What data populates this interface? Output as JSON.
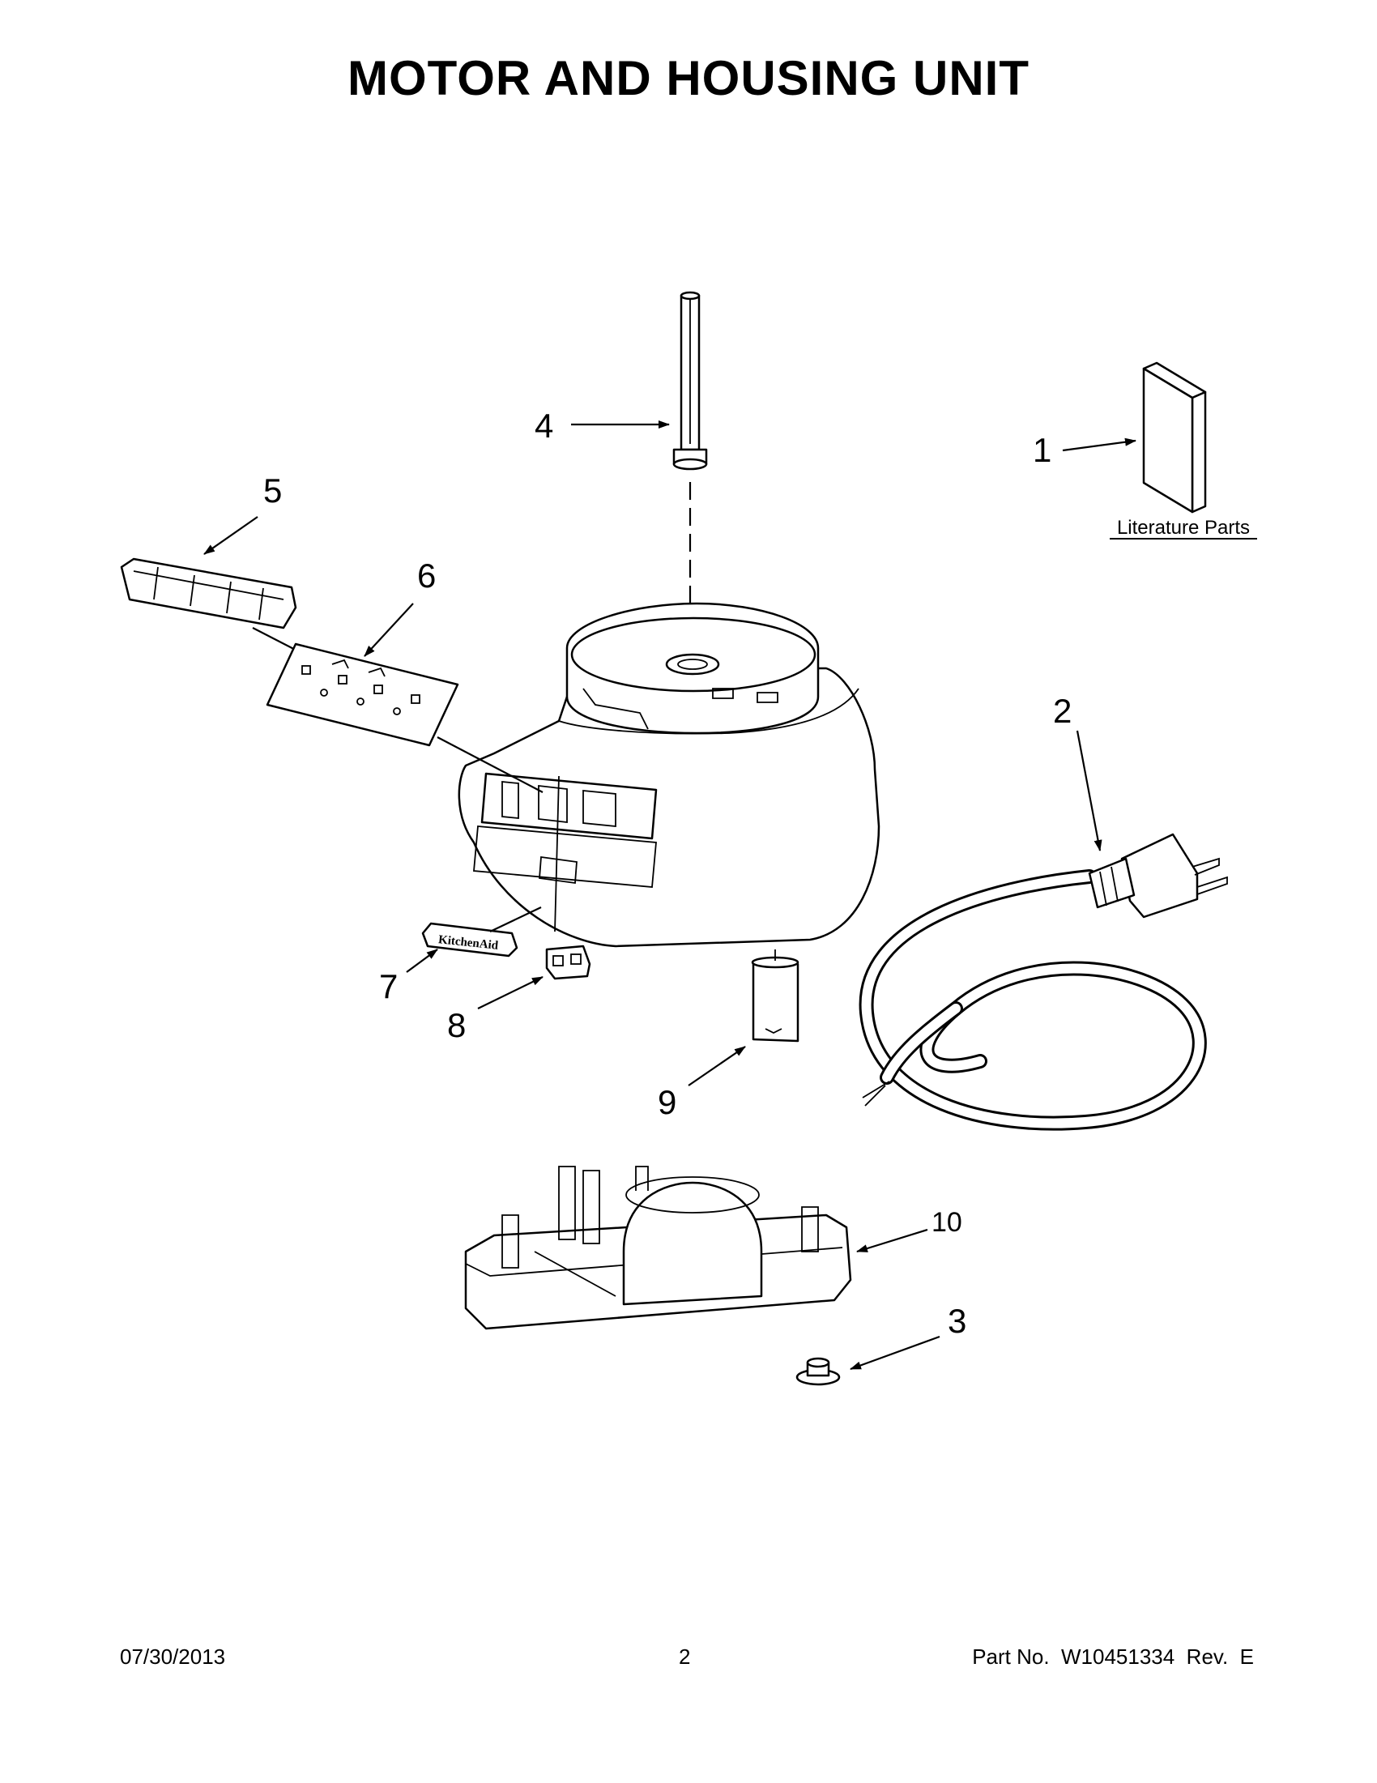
{
  "title": "MOTOR AND HOUSING UNIT",
  "callouts": {
    "c1": "1",
    "c2": "2",
    "c3": "3",
    "c4": "4",
    "c5": "5",
    "c6": "6",
    "c7": "7",
    "c8": "8",
    "c9": "9",
    "c10": "10"
  },
  "literature_label": "Literature Parts",
  "badge_text": "KitchenAid",
  "footer": {
    "date": "07/30/2013",
    "page": "2",
    "part_number": "Part No.  W10451334  Rev.  E"
  }
}
